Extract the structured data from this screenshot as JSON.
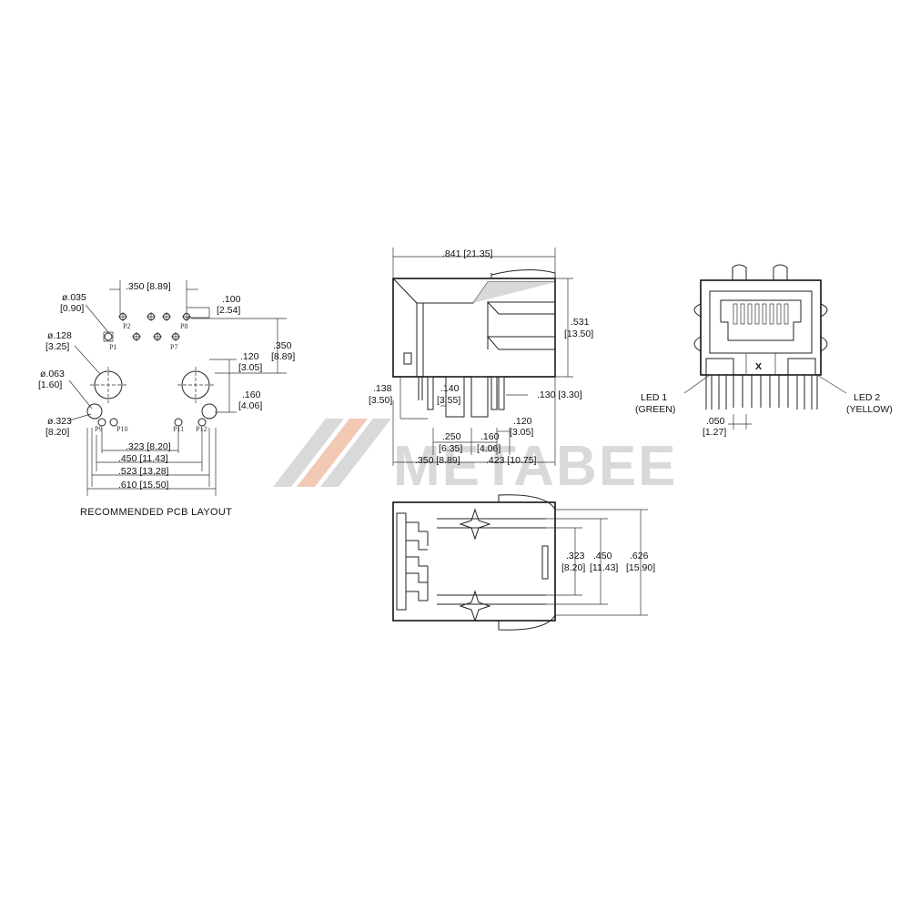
{
  "watermark": {
    "brand": "METABEE",
    "colors": {
      "primary": "#f2c9b4",
      "secondary": "#d9d9d9"
    }
  },
  "pcb_layout": {
    "caption": "RECOMMENDED PCB LAYOUT",
    "dims": {
      "d035": "ø.035",
      "d035_mm": "[0.90]",
      "w350": ".350 [8.89]",
      "p100": ".100",
      "p100_mm": "[2.54]",
      "d128": "ø.128",
      "d128_mm": "[3.25]",
      "d063": "ø.063",
      "d063_mm": "[1.60]",
      "d323": "ø.323",
      "d323_mm": "[8.20]",
      "h350": ".350",
      "h350_mm": "[8.89]",
      "h120": ".120",
      "h120_mm": "[3.05]",
      "h160": ".160",
      "h160_mm": "[4.06]",
      "w323": ".323 [8.20]",
      "w450": ".450 [11.43]",
      "w523": ".523 [13.28]",
      "w610": ".610 [15.50]"
    },
    "pins": [
      "P1",
      "P2",
      "P8",
      "P7",
      "P9",
      "P10",
      "P11",
      "P12"
    ]
  },
  "side_view": {
    "w841": ".841 [21.35]",
    "h531": ".531",
    "h531_mm": "[13.50]",
    "d138": ".138",
    "d138_mm": "[3.50]",
    "d140": ".140",
    "d140_mm": "[3.55]",
    "d130": ".130 [3.30]",
    "d120": ".120",
    "d120_mm": "[3.05]",
    "d250": ".250",
    "d250_mm": "[6.35]",
    "d160": ".160",
    "d160_mm": "[4.06]",
    "d350": ".350 [8.89]",
    "d423": ".423 [10.75]"
  },
  "front_view": {
    "led1": "LED 1",
    "led1_color": "(GREEN)",
    "led2": "LED 2",
    "led2_color": "(YELLOW)",
    "p050": ".050",
    "p050_mm": "[1.27]",
    "marker": "X"
  },
  "bottom_view": {
    "w323": ".323",
    "w323_mm": "[8.20]",
    "w450": ".450",
    "w450_mm": "[11.43]",
    "w626": ".626",
    "w626_mm": "[15.90]"
  }
}
